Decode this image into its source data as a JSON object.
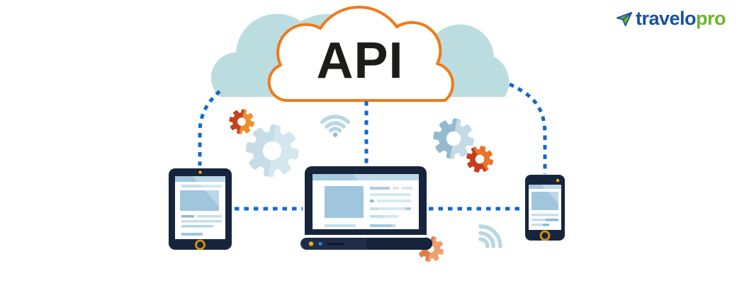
{
  "page": {
    "background_color": "#ffffff"
  },
  "header": {
    "logo": {
      "icon": "paper-plane-icon",
      "text_primary": "travelo",
      "text_secondary": "pro",
      "color_primary": "#1a4f9c",
      "color_secondary": "#6cb52d"
    }
  },
  "illustration": {
    "cloud_label": "API",
    "cloud_label_color": "#1c1c1a",
    "cloud_outline_color": "#ef7a1a",
    "cloud_back_color": "#bcdde0",
    "cloud_front_color": "#ffffff",
    "connection_color": "#1169c8",
    "connection_style": "dotted",
    "wifi_color": "#b9d7e2",
    "gear_colors": {
      "orange_dark": "#c4431c",
      "orange_light": "#ee8d2a",
      "blue_dark": "#93bacd",
      "blue_light": "#cfe2ea",
      "salmon_dark": "#df7c4a",
      "salmon_light": "#eda06f"
    },
    "devices": [
      "tablet",
      "laptop",
      "smartphone"
    ],
    "device_frame_color": "#17253c",
    "device_screen_accent": "#9fc6dd",
    "device_button_color": "#d9930d"
  }
}
